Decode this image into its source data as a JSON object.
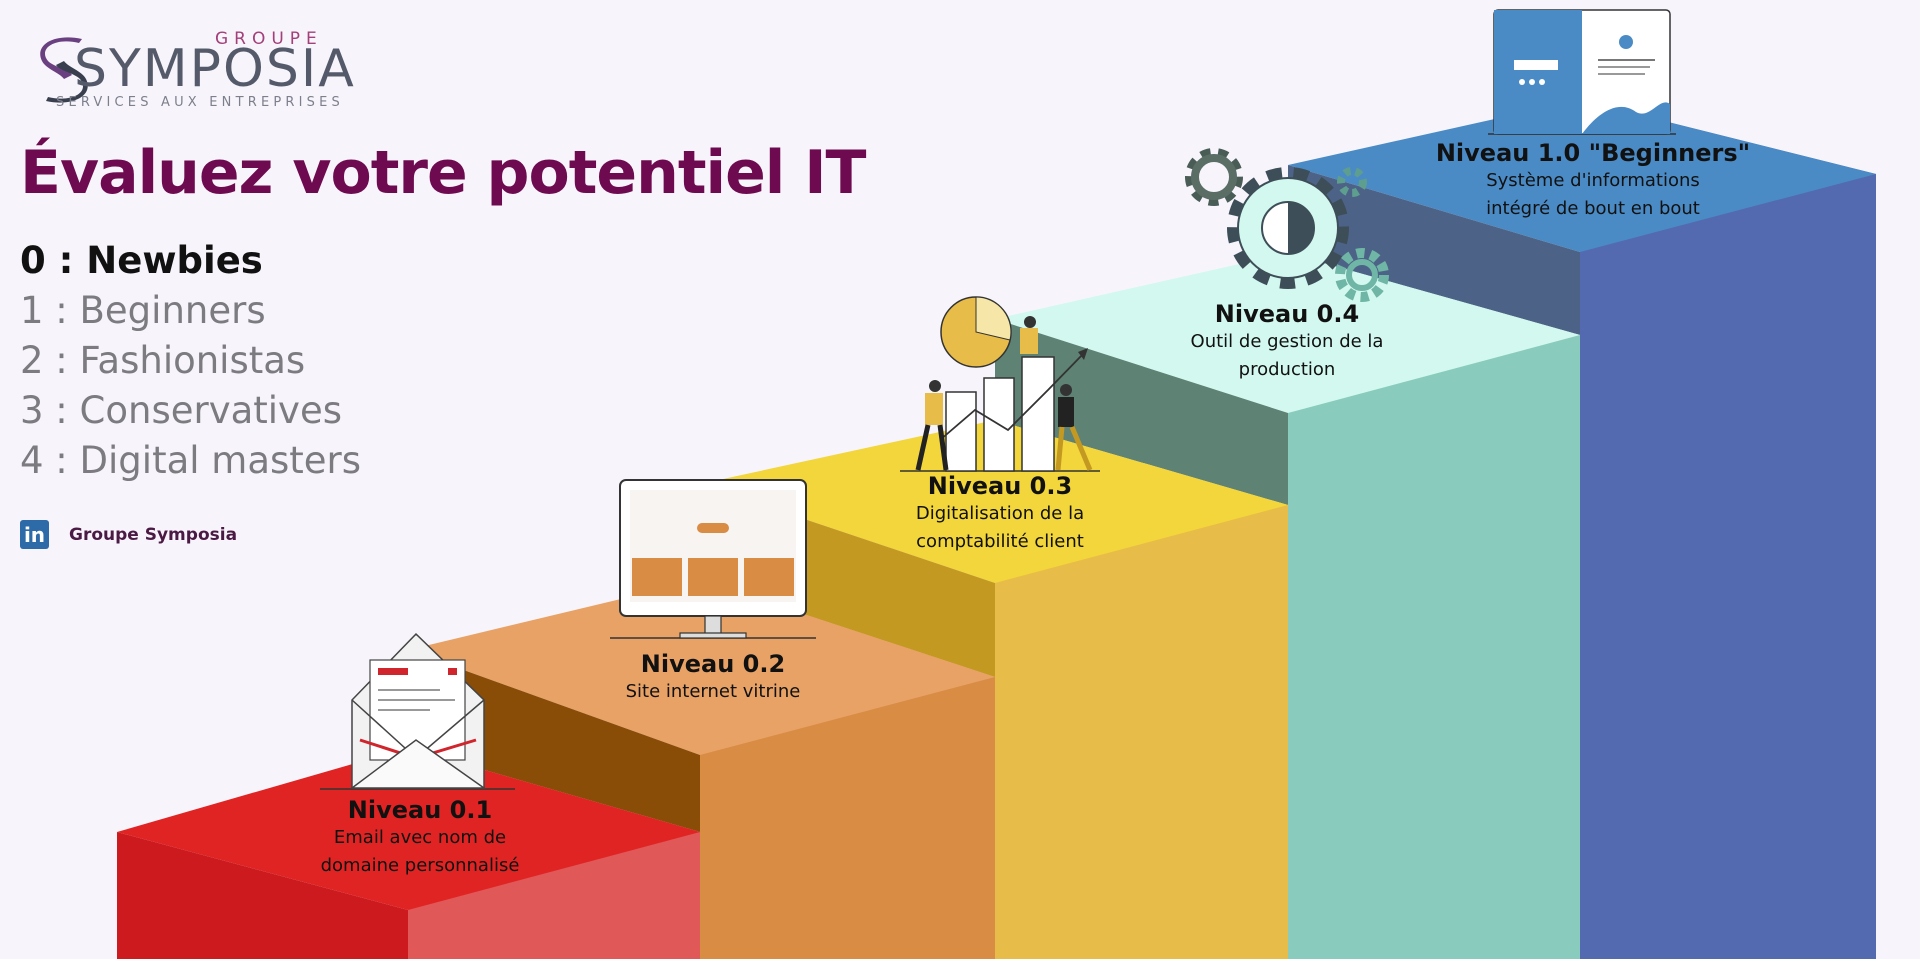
{
  "logo": {
    "groupe": "GROUPE",
    "wordmark": "SYMPOSIA",
    "tagline": "SERVICES AUX ENTREPRISES"
  },
  "title": "Évaluez votre potentiel IT",
  "levels": [
    {
      "label": "0 : Newbies",
      "active": true
    },
    {
      "label": "1  : Beginners",
      "active": false
    },
    {
      "label": "2 : Fashionistas",
      "active": false
    },
    {
      "label": "3 : Conservatives",
      "active": false
    },
    {
      "label": "4 : Digital masters",
      "active": false
    }
  ],
  "social": {
    "icon": "linkedin-icon",
    "badge": "in",
    "label": "Groupe Symposia"
  },
  "steps": [
    {
      "title": "Niveau 0.1",
      "desc1": "Email avec nom de",
      "desc2": "domaine personnalisé"
    },
    {
      "title": "Niveau 0.2",
      "desc1": "Site internet vitrine",
      "desc2": ""
    },
    {
      "title": "Niveau 0.3",
      "desc1": "Digitalisation de la",
      "desc2": "comptabilité client"
    },
    {
      "title": "Niveau 0.4",
      "desc1": "Outil de gestion de la",
      "desc2": "production"
    },
    {
      "title": "Niveau 1.0  \"Beginners\"",
      "desc1": "Système d'informations",
      "desc2": "intégré de bout en bout"
    }
  ],
  "colors": {
    "title": "#6e0a4f",
    "step1": "#e02424",
    "step2": "#e8a266",
    "step3": "#f2d63b",
    "step4": "#d3f8ef",
    "step5": "#4a8bc6"
  }
}
